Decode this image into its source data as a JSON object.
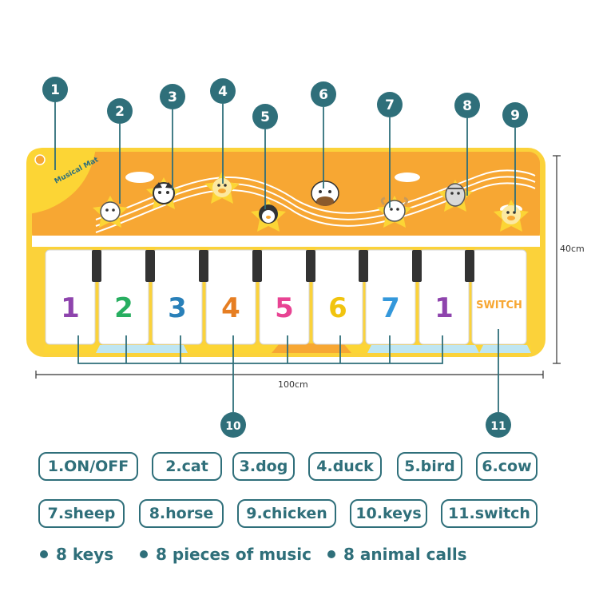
{
  "dimensions": {
    "height": "40cm",
    "width": "100cm"
  },
  "mat_logo": "Musical Mat",
  "switch_label": "SWITCH",
  "key_numbers": [
    "1",
    "2",
    "3",
    "4",
    "5",
    "6",
    "7",
    "1"
  ],
  "callouts": [
    "1",
    "2",
    "3",
    "4",
    "5",
    "6",
    "7",
    "8",
    "9",
    "10",
    "11"
  ],
  "labels": [
    "1.ON/OFF",
    "2.cat",
    "3.dog",
    "4.duck",
    "5.bird",
    "6.cow",
    "7.sheep",
    "8.horse",
    "9.chicken",
    "10.keys",
    "11.switch"
  ],
  "features": [
    "8 keys",
    "8 pieces of music",
    "8 animal calls"
  ],
  "colors": {
    "teal": "#2f6f7a",
    "mat_orange": "#f7a733",
    "mat_yellow": "#fbd23a",
    "star_yellow": "#fcd535",
    "key_white": "#ffffff",
    "key_black": "#333333",
    "sky_blue": "#bfe6f2"
  }
}
